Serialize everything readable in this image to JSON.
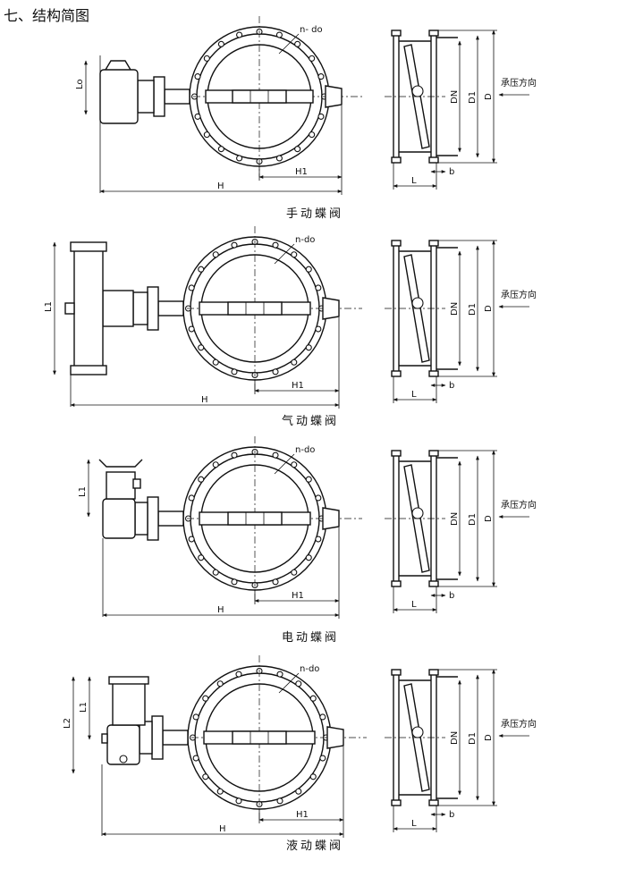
{
  "title": "七、结构简图",
  "diagrams": [
    {
      "caption": "手动蝶阀",
      "actuator_label": "Lo",
      "flange_label": "n- do",
      "h1_label": "H1",
      "h_label": "H",
      "side": {
        "dn": "DN",
        "d1": "D1",
        "d": "D",
        "l": "L",
        "b": "b",
        "direction": "承压方向"
      }
    },
    {
      "caption": "气动蝶阀",
      "actuator_label": "L1",
      "flange_label": "n-do",
      "h1_label": "H1",
      "h_label": "H",
      "side": {
        "dn": "DN",
        "d1": "D1",
        "d": "D",
        "l": "L",
        "b": "b",
        "direction": "承压方向"
      }
    },
    {
      "caption": "电动蝶阀",
      "actuator_label": "L1",
      "flange_label": "n-do",
      "h1_label": "H1",
      "h_label": "H",
      "side": {
        "dn": "DN",
        "d1": "D1",
        "d": "D",
        "l": "L",
        "b": "b",
        "direction": "承压方向"
      }
    },
    {
      "caption": "液动蝶阀",
      "actuator_label": "L1",
      "actuator_label_2": "L2",
      "flange_label": "n-do",
      "h1_label": "H1",
      "h_label": "H",
      "side": {
        "dn": "DN",
        "d1": "D1",
        "d": "D",
        "l": "L",
        "b": "b",
        "direction": "承压方向"
      }
    }
  ]
}
